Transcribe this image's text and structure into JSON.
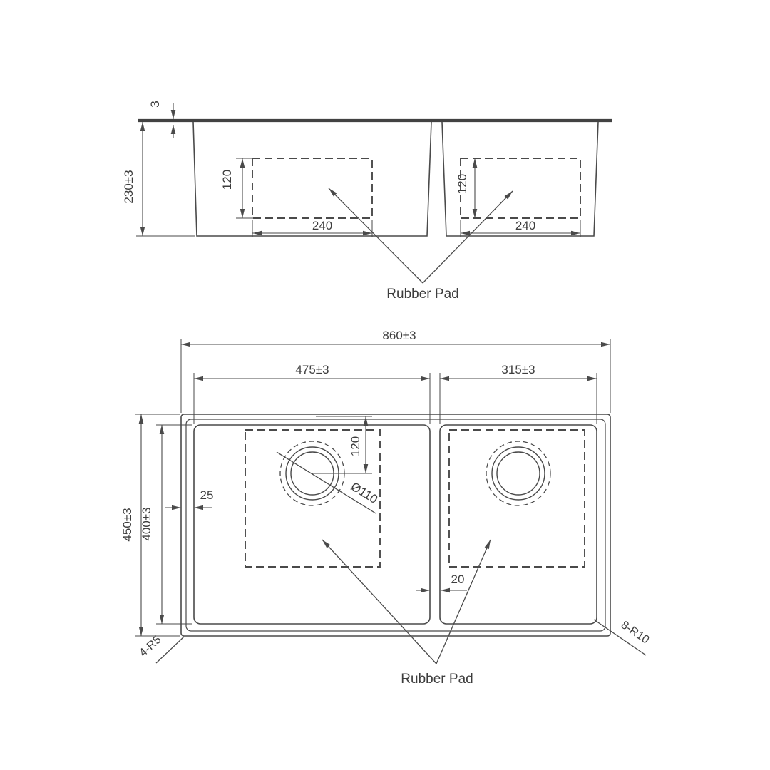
{
  "colors": {
    "line": "#4a4a4a",
    "text": "#3d3d3d",
    "background": "#ffffff"
  },
  "top_view": {
    "rim_thickness": "3",
    "depth": "230±3",
    "pad_left_height": "120",
    "pad_left_width": "240",
    "pad_right_height": "120",
    "pad_right_width": "240",
    "rubber_pad": "Rubber Pad"
  },
  "plan_view": {
    "overall_width": "860±3",
    "left_bowl_width": "475±3",
    "right_bowl_width": "315±3",
    "overall_depth": "450±3",
    "bowl_depth": "400±3",
    "rim_inset": "25",
    "drain_offset": "120",
    "drain_diameter": "Ø110",
    "bowl_gap": "20",
    "outer_corner_note": "4-R5",
    "bowl_corner_note": "8-R10",
    "rubber_pad": "Rubber Pad"
  }
}
